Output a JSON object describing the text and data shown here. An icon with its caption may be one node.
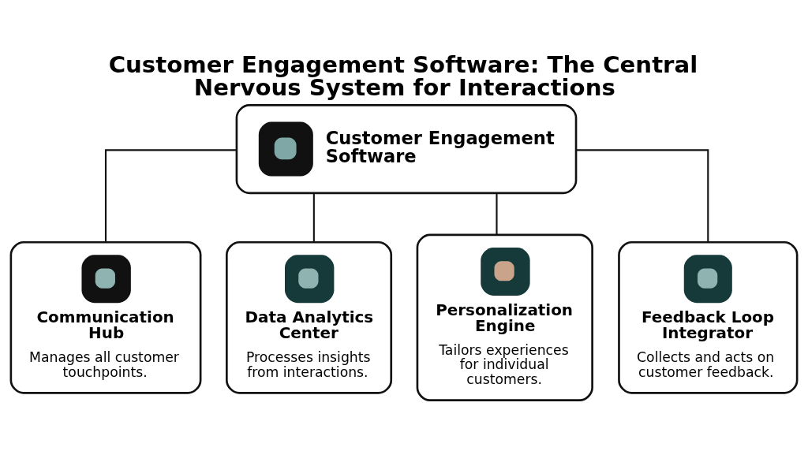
{
  "diagram": {
    "title": "Customer Engagement Software: The Central Nervous System for Interactions",
    "nodes": [
      {
        "text": [
          "Customer Engagement Software"
        ]
      },
      {
        "text": [
          "Communication Hub",
          "Manages all customer touchpoints."
        ]
      },
      {
        "text": [
          "Data Analytics Center",
          "Processes insights from interactions."
        ]
      },
      {
        "text": [
          "Personalization Engine",
          "Tailors experiences for individual customers."
        ]
      },
      {
        "text": [
          "Feedback Loop Integrator",
          "Collects and acts on customer feedback."
        ]
      }
    ],
    "edges": [
      {
        "from": 0,
        "to": 1,
        "arrow": "none"
      },
      {
        "from": 0,
        "to": 2,
        "arrow": "none"
      },
      {
        "from": 0,
        "to": 3,
        "arrow": "none"
      },
      {
        "from": 0,
        "to": 4,
        "arrow": "none"
      }
    ]
  }
}
